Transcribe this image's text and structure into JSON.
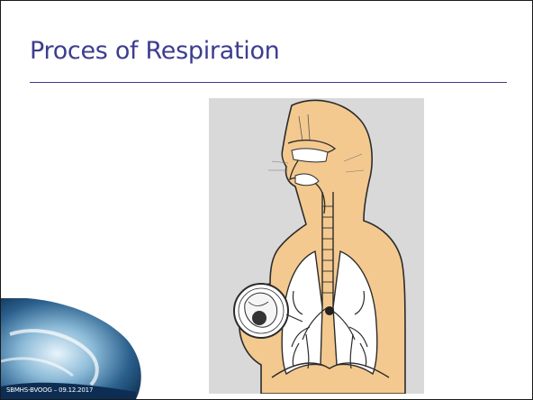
{
  "slide": {
    "title": "Proces of Respiration",
    "footer": "SBMHS-BVOOG – 09.12.2017"
  },
  "colors": {
    "title": "#3d3d8f",
    "rule": "#3f3f86",
    "figure_background": "#d9d9d9",
    "body_fill": "#f3c98f"
  },
  "illustration": {
    "icon": "respiratory-system-diagram"
  }
}
